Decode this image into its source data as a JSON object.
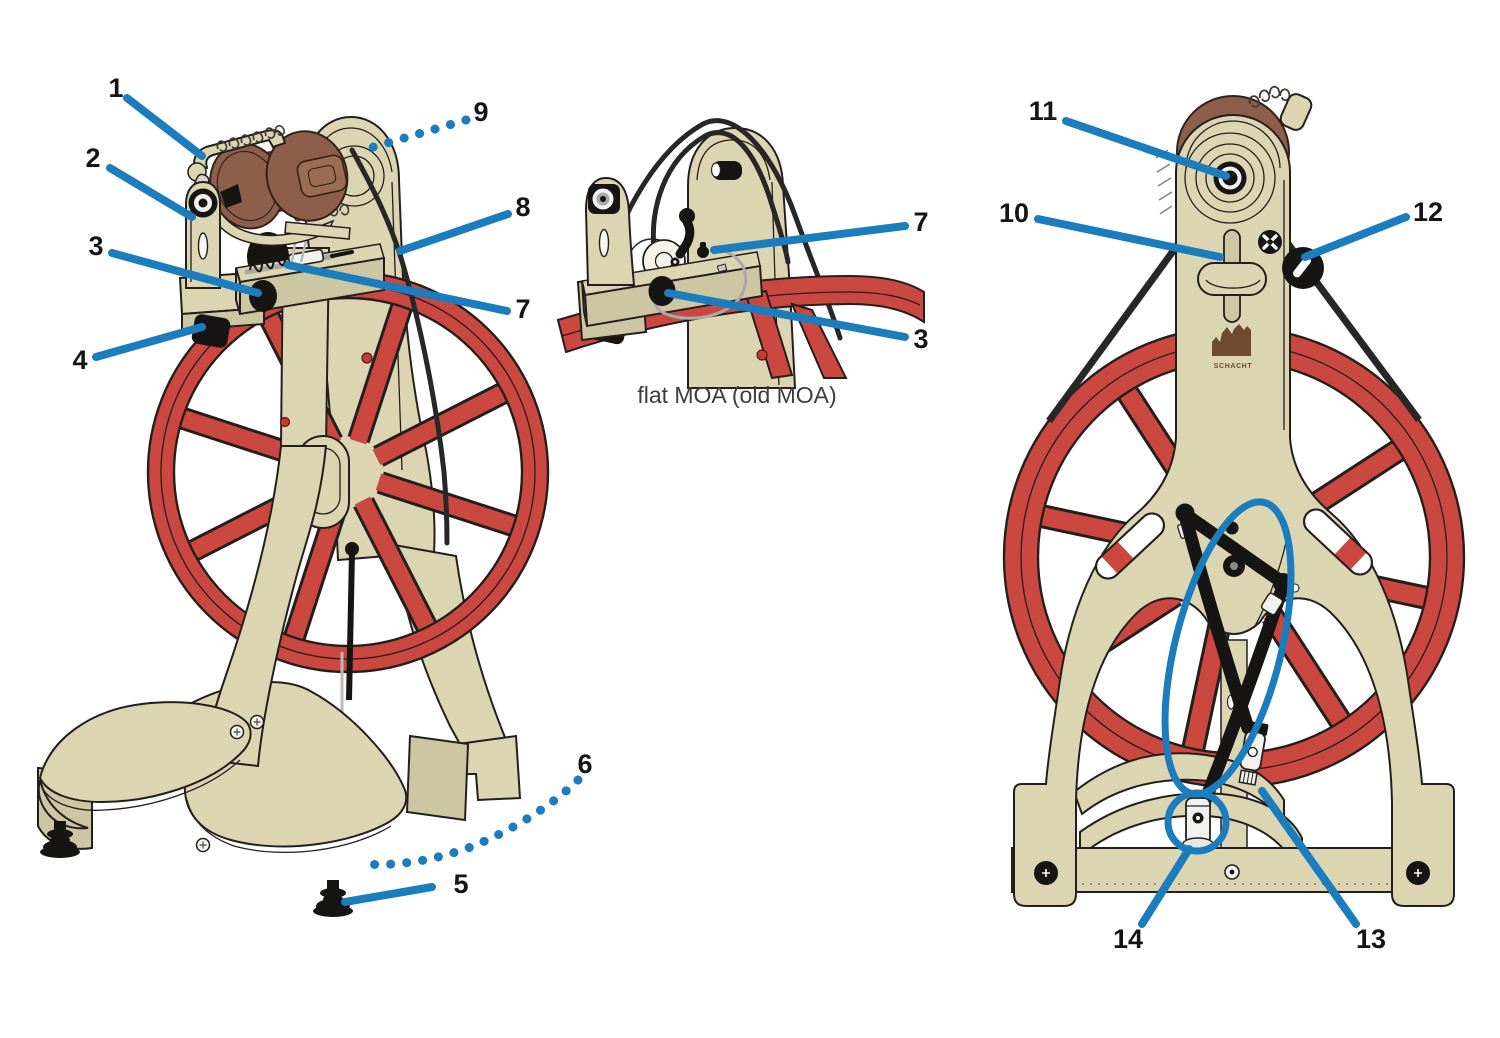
{
  "colors": {
    "background": "#ffffff",
    "body": "#dbd5b1",
    "body_shade": "#cdc6a2",
    "wheel_red": "#cb4841",
    "bobbin_brown": "#8d5e49",
    "bobbin_brown_light": "#9c6c52",
    "callout_blue": "#1b7cbe",
    "outline": "#241f1c",
    "outline_brown": "#33211a",
    "ink": "#161514",
    "band_black": "#272727",
    "metal_light": "#f1f1ee",
    "metal_gray": "#a9a9a9",
    "caption_color": "#3d3d3d",
    "logo_brown": "#6f4a33"
  },
  "views": {
    "side": {
      "callouts": [
        {
          "num": "1"
        },
        {
          "num": "2"
        },
        {
          "num": "3"
        },
        {
          "num": "4"
        },
        {
          "num": "5"
        },
        {
          "num": "6"
        },
        {
          "num": "7"
        },
        {
          "num": "8"
        },
        {
          "num": "9"
        }
      ]
    },
    "detail": {
      "caption": "flat MOA (old MOA)",
      "callouts": [
        {
          "num": "7"
        },
        {
          "num": "3"
        }
      ]
    },
    "back": {
      "logo_text": "SCHACHT",
      "callouts": [
        {
          "num": "10"
        },
        {
          "num": "11"
        },
        {
          "num": "12"
        },
        {
          "num": "13"
        },
        {
          "num": "14"
        }
      ]
    }
  }
}
